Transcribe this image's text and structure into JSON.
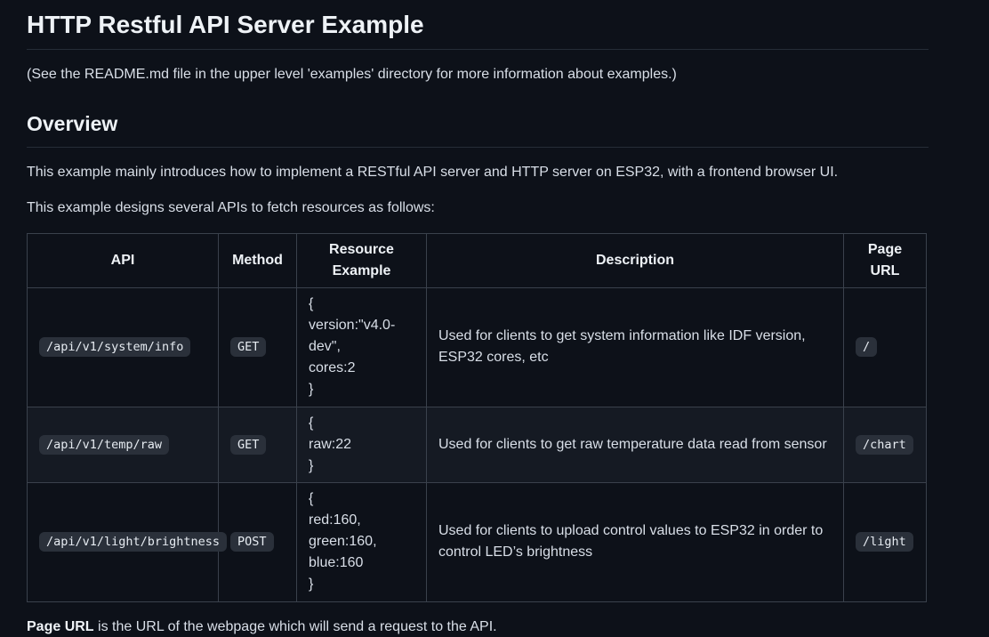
{
  "page": {
    "title": "HTTP Restful API Server Example",
    "intro": "(See the README.md file in the upper level 'examples' directory for more information about examples.)",
    "overview_heading": "Overview",
    "overview_p1": "This example mainly introduces how to implement a RESTful API server and HTTP server on ESP32, with a frontend browser UI.",
    "overview_p2": "This example designs several APIs to fetch resources as follows:",
    "footnote_bold": "Page URL",
    "footnote_rest": " is the URL of the webpage which will send a request to the API."
  },
  "table": {
    "headers": [
      "API",
      "Method",
      "Resource Example",
      "Description",
      "Page URL"
    ],
    "rows": [
      {
        "api": "/api/v1/system/info",
        "method": "GET",
        "resource": "{\nversion:\"v4.0-dev\",\ncores:2\n}",
        "description": "Used for clients to get system information like IDF version, ESP32 cores, etc",
        "page_url": "/",
        "size": "tall"
      },
      {
        "api": "/api/v1/temp/raw",
        "method": "GET",
        "resource": "{\nraw:22\n}",
        "description": "Used for clients to get raw temperature data read from sensor",
        "page_url": "/chart",
        "size": "short"
      },
      {
        "api": "/api/v1/light/brightness",
        "method": "POST",
        "resource": "{\nred:160,\ngreen:160,\nblue:160\n}",
        "description": "Used for clients to upload control values to ESP32 in order to control LED’s brightness",
        "page_url": "/light",
        "size": "tall"
      }
    ]
  },
  "colors": {
    "background": "#0d1119",
    "text": "#d9dfe8",
    "heading": "#eef2f6",
    "table_border": "#3a414c",
    "rule": "#262d37",
    "stripe_row": "#151a23",
    "code_chip_bg": "#2a303a"
  }
}
